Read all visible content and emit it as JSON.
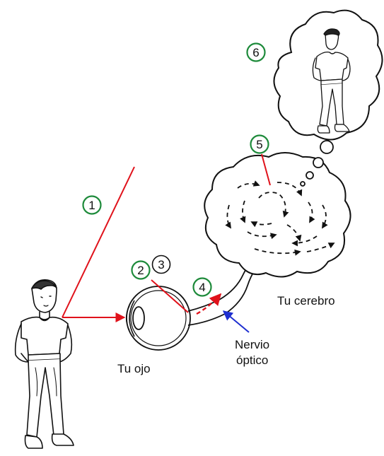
{
  "labels": {
    "eye": "Tu ojo",
    "brain": "Tu cerebro",
    "nerve_line1": "Nervio",
    "nerve_line2": "óptico"
  },
  "steps": [
    "1",
    "2",
    "3",
    "4",
    "5",
    "6"
  ],
  "colors": {
    "step_circle": "#1d8a3a",
    "light_ray": "#e0121b",
    "nerve_arrow": "#1e2fd0",
    "ink": "#111111"
  },
  "icons": [
    "person-figure-icon",
    "eye-cross-section-icon",
    "brain-icon",
    "thought-bubble-icon"
  ]
}
